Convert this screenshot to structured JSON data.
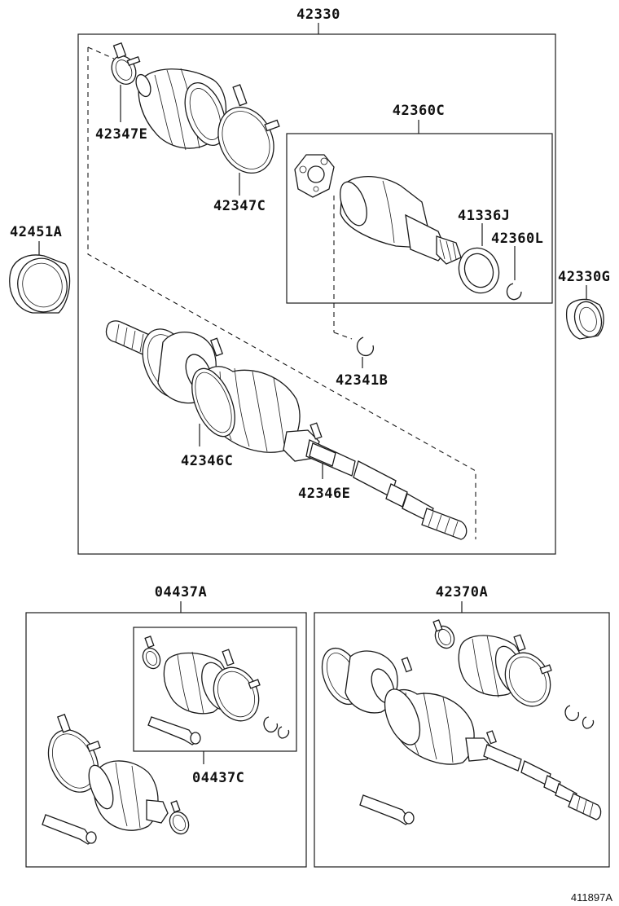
{
  "labels": {
    "l42330": "42330",
    "l42347E": "42347E",
    "l42347C": "42347C",
    "l42360C": "42360C",
    "l41336J": "41336J",
    "l42360L": "42360L",
    "l42451A": "42451A",
    "l42330G": "42330G",
    "l42341B": "42341B",
    "l42346C": "42346C",
    "l42346E": "42346E",
    "l04437A": "04437A",
    "l04437C": "04437C",
    "l42370A": "42370A"
  },
  "reference": "411897A"
}
